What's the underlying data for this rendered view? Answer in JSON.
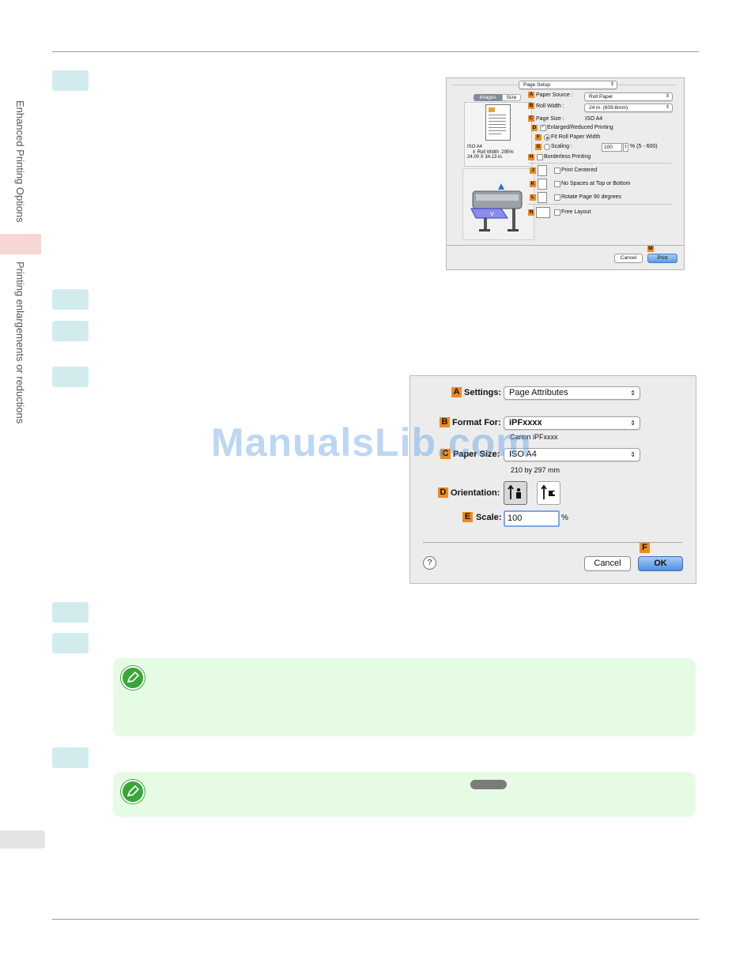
{
  "sidebar": {
    "chapter": "Enhanced Printing Options",
    "section": "Printing enlargements or reductions"
  },
  "dialog_page_setup": {
    "title": "Page Setup",
    "tabs": [
      "Images",
      "Size"
    ],
    "preview_text": [
      "ISO A4",
      "Roll Width :295%",
      "24.00 X 34.13 in."
    ],
    "paper_source": {
      "key": "A",
      "label": "Paper Source :",
      "value": "Roll Paper"
    },
    "roll_width": {
      "key": "B",
      "label": "Roll Width :",
      "value": "24 in. (609.6mm)"
    },
    "page_size": {
      "key": "C",
      "label": "Page Size :",
      "value": "ISO A4"
    },
    "enlarged": {
      "key": "D",
      "label": "Enlarged/Reduced Printing",
      "checked": true
    },
    "fit_roll": {
      "key": "F",
      "label": "Fit Roll Paper Width",
      "selected": true
    },
    "scaling": {
      "key": "G",
      "label": "Scaling :",
      "value": "100",
      "range": "% (5 - 600)"
    },
    "borderless": {
      "key": "H",
      "label": "Borderless Printing"
    },
    "print_centered": {
      "key": "J",
      "label": "Print Centered"
    },
    "no_spaces": {
      "key": "K",
      "label": "No Spaces at Top or Bottom"
    },
    "rotate": {
      "key": "L",
      "label": "Rotate Page 90 degrees"
    },
    "free_layout": {
      "key": "N",
      "label": "Free Layout"
    },
    "print_key": "M",
    "cancel_label": "Cancel",
    "print_label": "Print"
  },
  "dialog_page_attributes": {
    "settings": {
      "key": "A",
      "label": "Settings:",
      "value": "Page Attributes"
    },
    "format_for": {
      "key": "B",
      "label": "Format For:",
      "value": "iPFxxxx",
      "sub": "Canon iPFxxxx"
    },
    "paper_size": {
      "key": "C",
      "label": "Paper Size:",
      "value": "ISO A4",
      "sub": "210 by 297 mm"
    },
    "orientation": {
      "key": "D",
      "label": "Orientation:"
    },
    "scale": {
      "key": "E",
      "label": "Scale:",
      "value": "100",
      "unit": "%"
    },
    "ok_key": "F",
    "help_label": "?",
    "cancel_label": "Cancel",
    "ok_label": "OK"
  },
  "watermark": "ManualsLib.com"
}
